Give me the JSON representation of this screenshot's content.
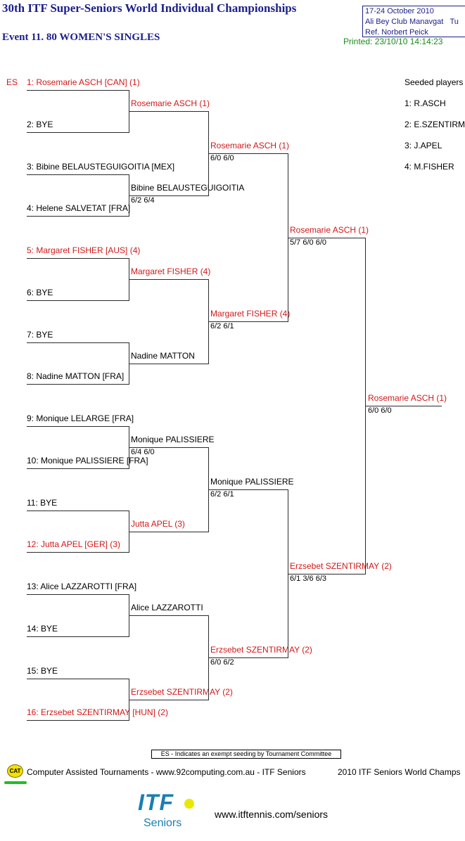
{
  "header": {
    "title": "30th ITF Super-Seniors World Individual Championships",
    "event": "Event 11. 80 WOMEN'S SINGLES",
    "dates": "17-24 October 2010",
    "venue": "Ali Bey Club Manavgat",
    "venue_suffix": "Tu",
    "referee": "Ref. Norbert Peick",
    "printed": "Printed: 23/10/10 14:14:23"
  },
  "es_marker": "ES",
  "draw": {
    "r1": [
      "1: Rosemarie ASCH [CAN] (1)",
      "2: BYE",
      "3: Bibine BELAUSTEGUIGOITIA [MEX]",
      "4: Helene SALVETAT [FRA]",
      "5: Margaret FISHER [AUS] (4)",
      "6: BYE",
      "7: BYE",
      "8: Nadine MATTON [FRA]",
      "9: Monique LELARGE [FRA]",
      "10: Monique PALISSIERE [FRA]",
      "11: BYE",
      "12: Jutta APEL [GER] (3)",
      "13: Alice LAZZAROTTI [FRA]",
      "14: BYE",
      "15: BYE",
      "16: Erzsebet SZENTIRMAY [HUN] (2)"
    ],
    "r2": [
      {
        "name": "Rosemarie ASCH (1)",
        "score": ""
      },
      {
        "name": "Bibine BELAUSTEGUIGOITIA",
        "score": "6/2 6/4"
      },
      {
        "name": "Margaret FISHER (4)",
        "score": ""
      },
      {
        "name": "Nadine MATTON",
        "score": ""
      },
      {
        "name": "Monique PALISSIERE",
        "score": "6/4 6/0"
      },
      {
        "name": "Jutta APEL (3)",
        "score": ""
      },
      {
        "name": "Alice LAZZAROTTI",
        "score": ""
      },
      {
        "name": "Erzsebet SZENTIRMAY (2)",
        "score": ""
      }
    ],
    "qf": [
      {
        "name": "Rosemarie ASCH (1)",
        "score": "6/0 6/0"
      },
      {
        "name": "Margaret FISHER (4)",
        "score": "6/2 6/1"
      },
      {
        "name": "Monique PALISSIERE",
        "score": "6/2 6/1"
      },
      {
        "name": "Erzsebet SZENTIRMAY (2)",
        "score": "6/0 6/2"
      }
    ],
    "sf": [
      {
        "name": "Rosemarie ASCH (1)",
        "score": "5/7 6/0 6/0"
      },
      {
        "name": "Erzsebet SZENTIRMAY (2)",
        "score": "6/1 3/6 6/3"
      }
    ],
    "final": {
      "name": "Rosemarie ASCH (1)",
      "score": "6/0 6/0"
    }
  },
  "seeded": {
    "title": "Seeded players",
    "list": [
      "1: R.ASCH",
      "2: E.SZENTIRM",
      "3: J.APEL",
      "4: M.FISHER"
    ]
  },
  "footnote": "ES - Indicates an exempt seeding by Tournament Committee",
  "footer": {
    "cat_logo": "CAT",
    "cat_text": "Computer Assisted Tournaments - www.92computing.com.au -  ITF Seniors",
    "champs": "2010 ITF Seniors World Champs",
    "itf_logo": "ITF",
    "itf_sub": "Seniors",
    "url": "www.itftennis.com/seniors"
  },
  "colors": {
    "winner_red": "#d21818",
    "header_blue": "#1a1f8a",
    "printed_green": "#1a8a1a"
  }
}
